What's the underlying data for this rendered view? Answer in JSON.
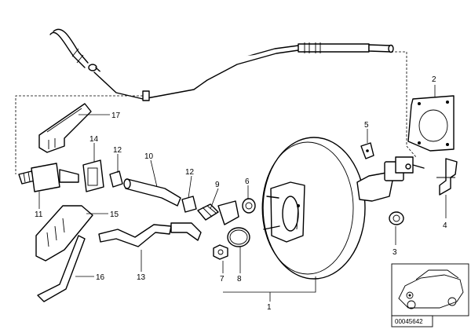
{
  "callouts": [
    {
      "id": "p1",
      "label": "1"
    },
    {
      "id": "p2",
      "label": "2"
    },
    {
      "id": "p3",
      "label": "3"
    },
    {
      "id": "p4",
      "label": "4"
    },
    {
      "id": "p5",
      "label": "5"
    },
    {
      "id": "p6",
      "label": "6"
    },
    {
      "id": "p7",
      "label": "7"
    },
    {
      "id": "p8",
      "label": "8"
    },
    {
      "id": "p9",
      "label": "9"
    },
    {
      "id": "p10",
      "label": "10"
    },
    {
      "id": "p11",
      "label": "11"
    },
    {
      "id": "p12a",
      "label": "12"
    },
    {
      "id": "p12b",
      "label": "12"
    },
    {
      "id": "p13",
      "label": "13"
    },
    {
      "id": "p14",
      "label": "14"
    },
    {
      "id": "p15",
      "label": "15"
    },
    {
      "id": "p16",
      "label": "16"
    },
    {
      "id": "p17",
      "label": "17"
    }
  ],
  "diagram_code": "00045642",
  "icons": [
    "vehicle-thumbnail-icon"
  ]
}
